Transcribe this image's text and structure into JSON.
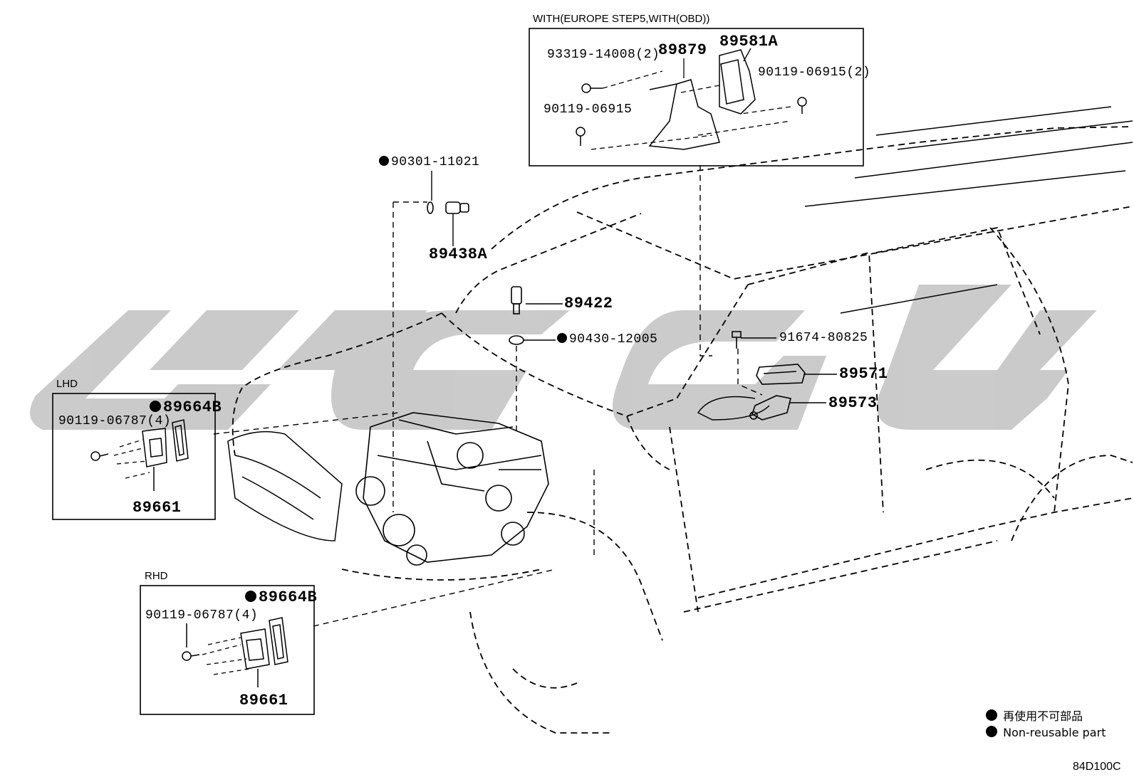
{
  "diagram": {
    "watermark_color": "#c8c8c8",
    "line_color": "#000000",
    "insets": {
      "obd": {
        "caption": "WITH(EUROPE STEP5,WITH(OBD))"
      },
      "lhd": {
        "caption": "LHD"
      },
      "rhd": {
        "caption": "RHD"
      }
    },
    "parts": {
      "p93319": "93319-14008(2)",
      "p89879": "89879",
      "p89581a": "89581A",
      "p90119_6915_2": "90119-06915(2)",
      "p90119_6915": "90119-06915",
      "p90301": "90301-11021",
      "p89438a": "89438A",
      "p89422": "89422",
      "p90430": "90430-12005",
      "p91674": "91674-80825",
      "p89571": "89571",
      "p89573": "89573",
      "lhd_89664b": "89664B",
      "lhd_90119": "90119-06787(4)",
      "lhd_89661": "89661",
      "rhd_89664b": "89664B",
      "rhd_90119": "90119-06787(4)",
      "rhd_89661": "89661"
    },
    "legend": {
      "jp": "再使用不可部品",
      "en": "Non-reusable part"
    },
    "code": "84D100C"
  }
}
